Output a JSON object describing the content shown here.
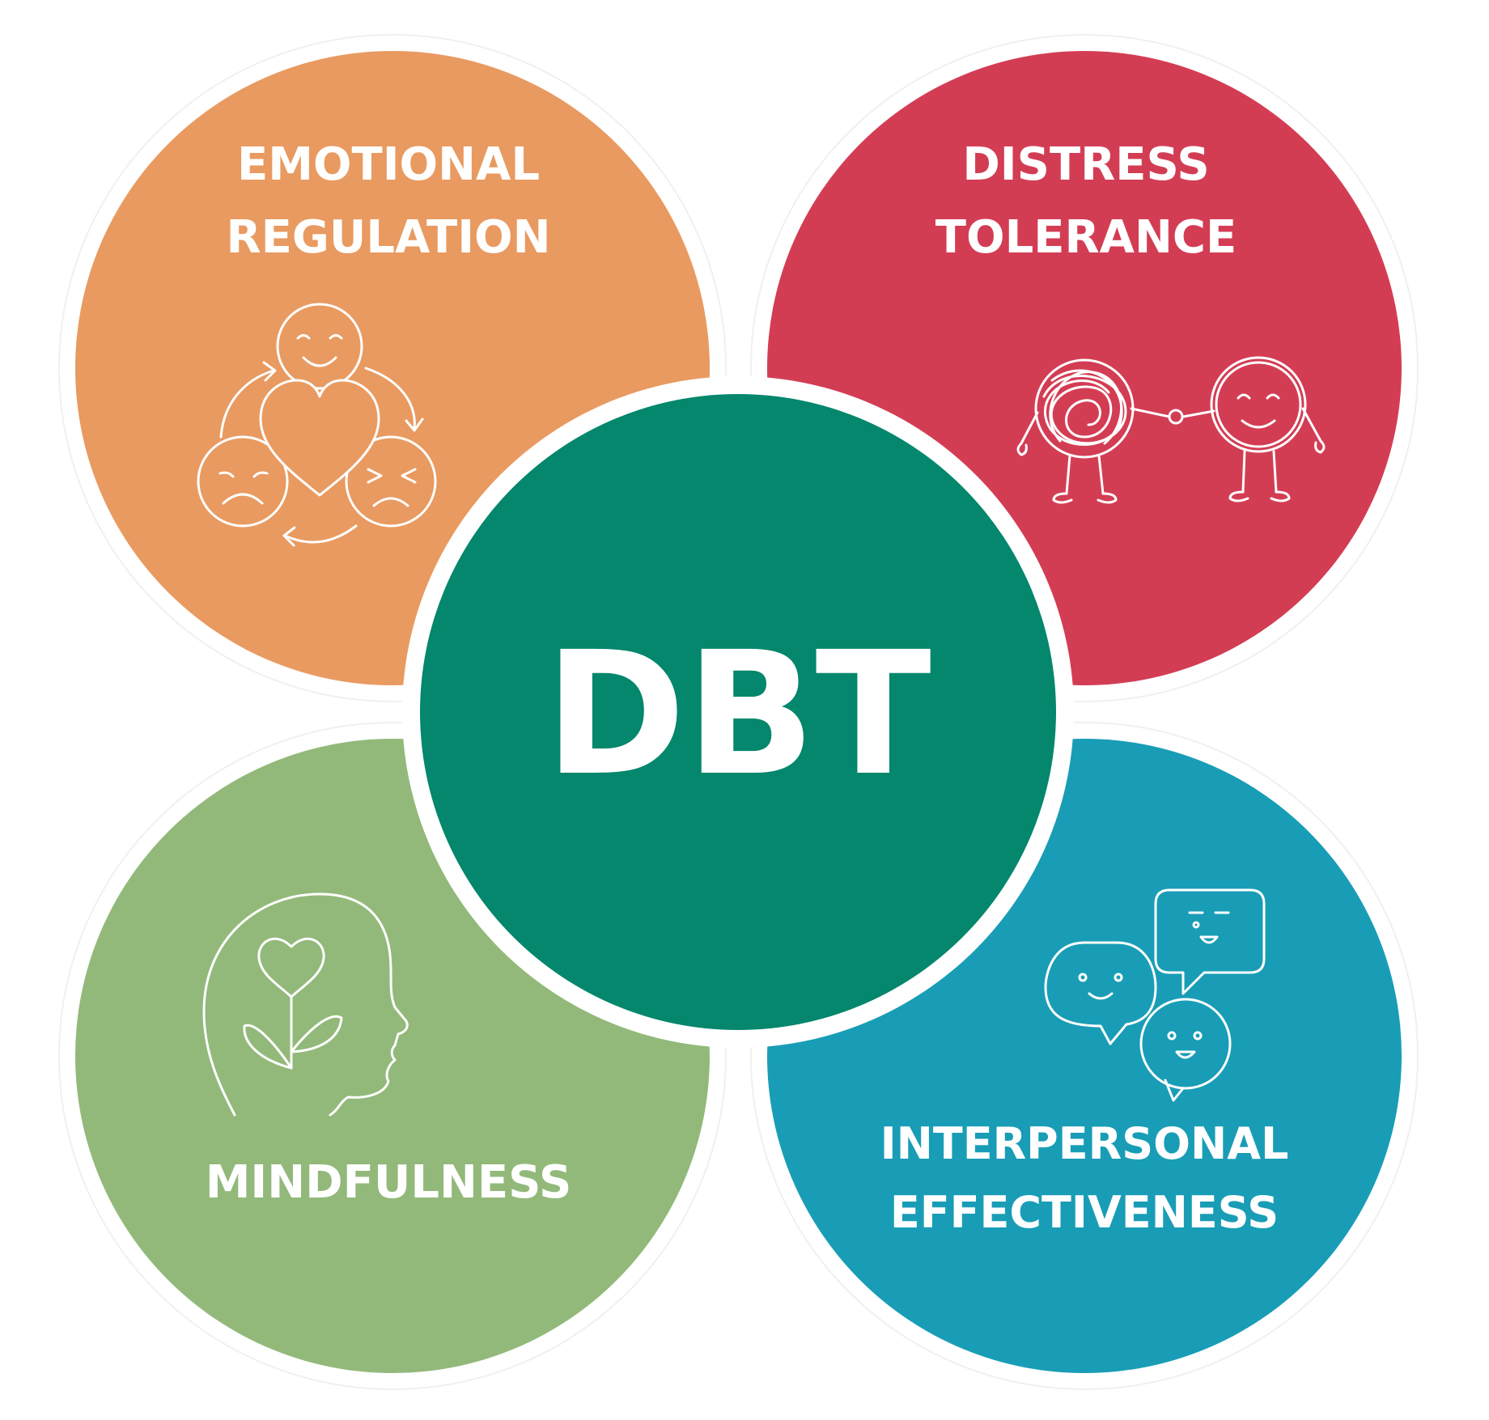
{
  "center": {
    "label": "DBT",
    "color": "#04876c"
  },
  "quadrants": [
    {
      "key": "emotional",
      "line1": "EMOTIONAL",
      "line2": "REGULATION",
      "color": "#e99a60",
      "icon": "emotion-cycle-icon"
    },
    {
      "key": "distress",
      "line1": "DISTRESS",
      "line2": "TOLERANCE",
      "color": "#d33d54",
      "icon": "tangled-and-calm-friends-icon"
    },
    {
      "key": "mindfulness",
      "line1": "MINDFULNESS",
      "color": "#92b97a",
      "icon": "head-heart-sprout-icon"
    },
    {
      "key": "interpersonal",
      "line1": "INTERPERSONAL",
      "line2": "EFFECTIVENESS",
      "color": "#199db6",
      "icon": "speech-bubbles-icon"
    }
  ]
}
